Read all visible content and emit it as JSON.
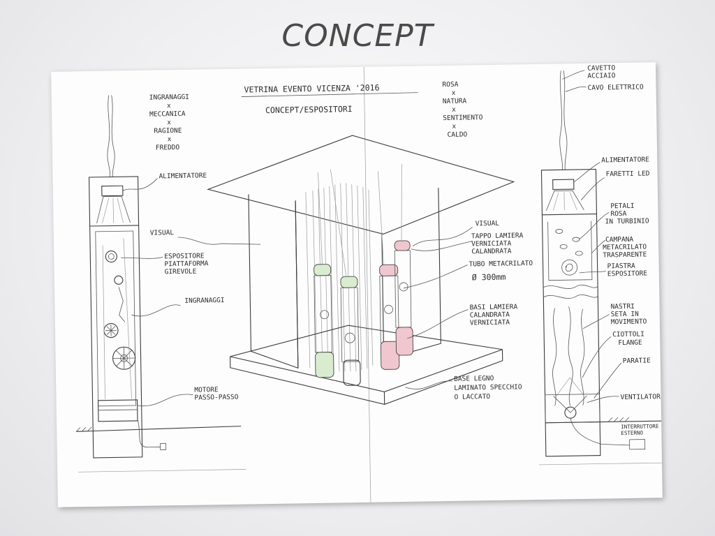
{
  "slide": {
    "title": "CONCEPT"
  },
  "sketch": {
    "header_title": "VETRINA EVENTO VICENZA '2016",
    "header_subtitle": "CONCEPT/ESPOSITORI",
    "left_words": [
      "INGRANAGGI",
      "x",
      "MECCANICA",
      "x",
      "RAGIONE",
      "x",
      "FREDDO"
    ],
    "right_words": [
      "ROSA",
      "x",
      "NATURA",
      "x",
      "SENTIMENTO",
      "x",
      "CALDO"
    ],
    "left_labels": {
      "alimentatore": "ALIMENTATORE",
      "visual": "VISUAL",
      "espositore_1": "ESPOSITORE",
      "espositore_2": "PIATTAFORMA",
      "espositore_3": "GIREVOLE",
      "ingranaggi": "INGRANAGGI",
      "motore_1": "MOTORE",
      "motore_2": "PASSO-PASSO"
    },
    "center_labels": {
      "visual": "VISUAL",
      "tappo_1": "TAPPO LAMIERA",
      "tappo_2": "VERNICIATA",
      "tappo_3": "CALANDRATA",
      "tubo": "TUBO METACRILATO",
      "diametro": "Ø 300mm",
      "basi_1": "BASI LAMIERA",
      "basi_2": "CALANDRATA",
      "basi_3": "VERNICIATA",
      "base_1": "BASE LEGNO",
      "base_2": "LAMINATO SPECCHIO",
      "base_3": "O LACCATO"
    },
    "right_labels": {
      "cavetto_1": "CAVETTO",
      "cavetto_2": "ACCIAIO",
      "cavo": "CAVO ELETTRICO",
      "alimentatore": "ALIMENTATORE",
      "faretti": "FARETTI LED",
      "petali_1": "PETALI",
      "petali_2": "ROSA",
      "petali_3": "IN TURBINIO",
      "campana_1": "CAMPANA",
      "campana_2": "METACRILATO",
      "campana_3": "TRASPARENTE",
      "piastra_1": "PIASTRA",
      "piastra_2": "ESPOSITORE",
      "nastri_1": "NASTRI",
      "nastri_2": "SETA IN",
      "nastri_3": "MOVIMENTO",
      "ciottoli_1": "CIOTTOLI",
      "ciottoli_2": "FLANGE",
      "paratie": "PARATIE",
      "ventilatore": "VENTILATORE",
      "interruttore_1": "INTERRUTTORE",
      "interruttore_2": "ESTERNO"
    }
  }
}
